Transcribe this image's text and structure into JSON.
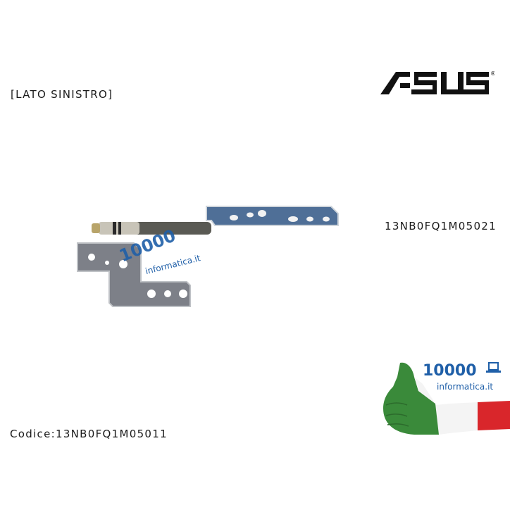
{
  "header": {
    "side_label": "[LATO SINISTRO]",
    "brand_logo": "ASUS",
    "brand_mark": "®"
  },
  "product": {
    "alt_part_number": "13NB0FQ1M05021",
    "code_label": "Codice:13NB0FQ1M05011",
    "image": "laptop-hinge-left",
    "watermark_number": "10000",
    "watermark_domain": "informatica.it"
  },
  "badge": {
    "number": "10000",
    "domain": "informatica.it",
    "icon": "laptop-icon",
    "colors": {
      "brand_blue": "#1f5fa8",
      "green": "#3a8a3a",
      "white": "#f4f4f4",
      "red": "#d9262b"
    }
  }
}
